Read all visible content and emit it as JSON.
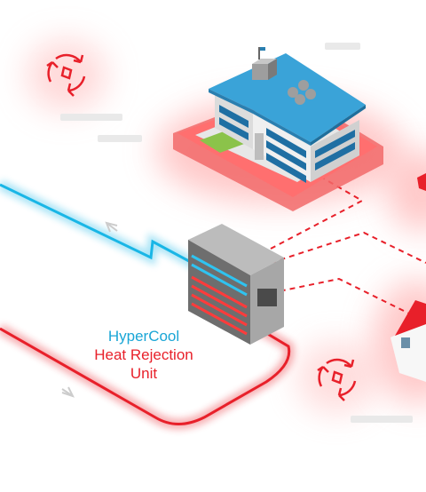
{
  "unit_label": {
    "line1": "HyperCool",
    "line2": "Heat Rejection",
    "line3": "Unit"
  },
  "colors": {
    "cold_loop": "#19b6e6",
    "hot_loop": "#e8202a",
    "glow_red": "#ff8a8a",
    "label_blue": "#1aa6d6",
    "label_red": "#e8202a",
    "building_roof": "#3aa3d8"
  },
  "icons": [
    "recycle-icon-top",
    "recycle-icon-bottom",
    "arrow-upper-left-icon",
    "arrow-lower-right-icon"
  ]
}
